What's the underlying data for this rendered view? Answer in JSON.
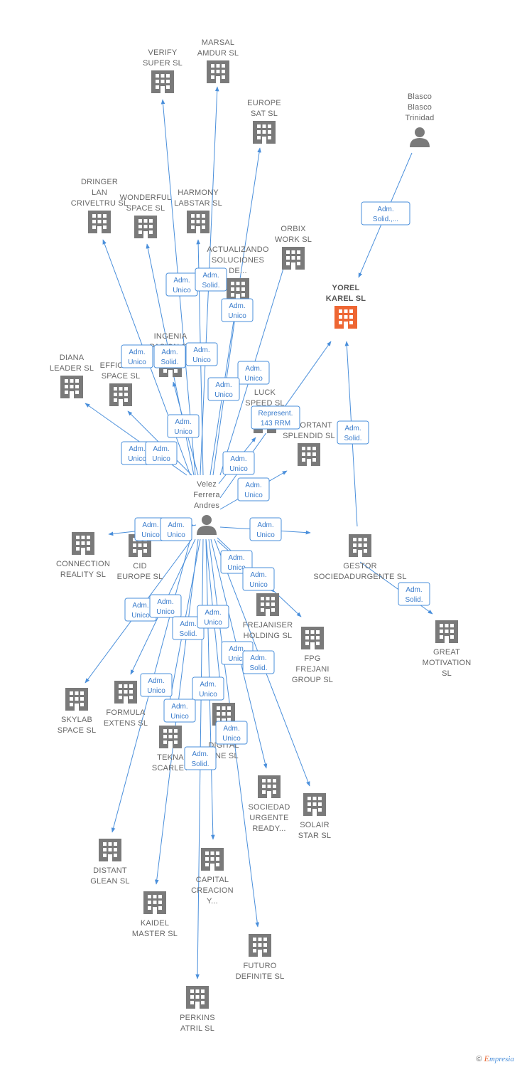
{
  "colors": {
    "edge": "#4a8fdb",
    "building": "#7a7a7a",
    "highlight": "#ee6633",
    "person": "#7a7a7a"
  },
  "nodes": [
    {
      "id": "verify",
      "label": [
        "VERIFY",
        "SUPER  SL"
      ],
      "type": "company"
    },
    {
      "id": "marsal",
      "label": [
        "MARSAL",
        "AMDUR  SL"
      ],
      "type": "company"
    },
    {
      "id": "europe",
      "label": [
        "EUROPE",
        "SAT  SL"
      ],
      "type": "company"
    },
    {
      "id": "blasco",
      "label": [
        "Blasco",
        "Blasco",
        "Trinidad"
      ],
      "type": "person"
    },
    {
      "id": "dringer",
      "label": [
        "DRINGER",
        "LAN",
        "CRIVELTRU SL"
      ],
      "type": "company"
    },
    {
      "id": "wonderful",
      "label": [
        "WONDERFUL",
        "SPACE  SL"
      ],
      "type": "company"
    },
    {
      "id": "harmony",
      "label": [
        "HARMONY",
        "LABSTAR SL"
      ],
      "type": "company"
    },
    {
      "id": "orbix",
      "label": [
        "ORBIX",
        "WORK  SL"
      ],
      "type": "company"
    },
    {
      "id": "actualizando",
      "label": [
        "ACTUALIZANDO",
        "SOLUCIONES",
        "DE..."
      ],
      "type": "company"
    },
    {
      "id": "yorel",
      "label": [
        "YOREL",
        "KAREL  SL"
      ],
      "type": "company",
      "highlight": true
    },
    {
      "id": "ingenia",
      "label": [
        "INGENIA",
        "PASION  SL"
      ],
      "type": "company"
    },
    {
      "id": "diana",
      "label": [
        "DIANA",
        "LEADER  SL"
      ],
      "type": "company"
    },
    {
      "id": "efficient",
      "label": [
        "EFFICIENT",
        "SPACE  SL"
      ],
      "type": "company"
    },
    {
      "id": "luck",
      "label": [
        "LUCK",
        "SPEED  SL"
      ],
      "type": "company"
    },
    {
      "id": "important",
      "label": [
        "IMPORTANT",
        "SPLENDID  SL"
      ],
      "type": "company"
    },
    {
      "id": "velez",
      "label": [
        "Velez",
        "Ferrera",
        "Andres"
      ],
      "type": "person"
    },
    {
      "id": "connection",
      "label": [
        "CONNECTION",
        "REALITY  SL"
      ],
      "type": "company"
    },
    {
      "id": "cid",
      "label": [
        "CID",
        "EUROPE  SL"
      ],
      "type": "company"
    },
    {
      "id": "gestor",
      "label": [
        "GESTOR",
        "SOCIEDADURGENTE SL"
      ],
      "type": "company"
    },
    {
      "id": "frejaniser",
      "label": [
        "FREJANISER",
        "HOLDING  SL"
      ],
      "type": "company"
    },
    {
      "id": "fpg",
      "label": [
        "FPG",
        "FREJANI",
        "GROUP  SL"
      ],
      "type": "company"
    },
    {
      "id": "great",
      "label": [
        "GREAT",
        "MOTIVATION",
        "SL"
      ],
      "type": "company"
    },
    {
      "id": "skylab",
      "label": [
        "SKYLAB",
        "SPACE  SL"
      ],
      "type": "company"
    },
    {
      "id": "formula",
      "label": [
        "FORMULA",
        "EXTENS  SL"
      ],
      "type": "company"
    },
    {
      "id": "tekna",
      "label": [
        "TEKNA",
        "SCARLET"
      ],
      "type": "company"
    },
    {
      "id": "mdigital",
      "label": [
        "M",
        "DIGITAL",
        "ONE SL"
      ],
      "type": "company"
    },
    {
      "id": "sociedad",
      "label": [
        "SOCIEDAD",
        "URGENTE",
        "READY..."
      ],
      "type": "company"
    },
    {
      "id": "solair",
      "label": [
        "SOLAIR",
        "STAR  SL"
      ],
      "type": "company"
    },
    {
      "id": "distant",
      "label": [
        "DISTANT",
        "GLEAN  SL"
      ],
      "type": "company"
    },
    {
      "id": "capital",
      "label": [
        "CAPITAL",
        "CREACION",
        "Y..."
      ],
      "type": "company"
    },
    {
      "id": "kaidel",
      "label": [
        "KAIDEL",
        "MASTER  SL"
      ],
      "type": "company"
    },
    {
      "id": "futuro",
      "label": [
        "FUTURO",
        "DEFINITE  SL"
      ],
      "type": "company"
    },
    {
      "id": "perkins",
      "label": [
        "PERKINS",
        "ATRIL  SL"
      ],
      "type": "company"
    }
  ],
  "edges": [
    {
      "from": "velez",
      "to": "verify",
      "label": [
        "Adm.",
        "Unico"
      ]
    },
    {
      "from": "velez",
      "to": "marsal",
      "label": [
        "Adm.",
        "Solid."
      ]
    },
    {
      "from": "velez",
      "to": "europe",
      "label": [
        "Adm.",
        "Unico"
      ]
    },
    {
      "from": "velez",
      "to": "dringer",
      "label": [
        "Adm.",
        "Unico"
      ]
    },
    {
      "from": "velez",
      "to": "wonderful",
      "label": [
        "Adm.",
        "Solid."
      ]
    },
    {
      "from": "velez",
      "to": "harmony",
      "label": [
        "Adm.",
        "Unico"
      ]
    },
    {
      "from": "velez",
      "to": "orbix",
      "label": [
        "Adm.",
        "Unico"
      ]
    },
    {
      "from": "velez",
      "to": "actualizando",
      "label": [
        "Adm.",
        "Unico"
      ]
    },
    {
      "from": "velez",
      "to": "ingenia",
      "label": [
        "Adm.",
        "Unico"
      ]
    },
    {
      "from": "velez",
      "to": "yorel",
      "label": [
        "Represent.",
        "143 RRM"
      ]
    },
    {
      "from": "velez",
      "to": "diana",
      "label": [
        "Adm.",
        "Unico"
      ]
    },
    {
      "from": "velez",
      "to": "efficient",
      "label": [
        "Adm.",
        "Unico"
      ]
    },
    {
      "from": "velez",
      "to": "luck",
      "label": [
        "Adm.",
        "Unico"
      ]
    },
    {
      "from": "velez",
      "to": "important",
      "label": [
        "Adm.",
        "Unico"
      ]
    },
    {
      "from": "blasco",
      "to": "yorel",
      "label": [
        "Adm.",
        "Solid.,..."
      ]
    },
    {
      "from": "gestor",
      "to": "yorel",
      "label": [
        "Adm.",
        "Solid."
      ]
    },
    {
      "from": "gestor",
      "to": "great",
      "label": [
        "Adm.",
        "Solid."
      ]
    },
    {
      "from": "velez",
      "to": "connection",
      "label": [
        "Adm.",
        "Unico"
      ]
    },
    {
      "from": "velez",
      "to": "cid",
      "label": [
        "Adm.",
        "Unico"
      ]
    },
    {
      "from": "velez",
      "to": "gestor",
      "label": [
        "Adm.",
        "Unico"
      ]
    },
    {
      "from": "velez",
      "to": "frejaniser",
      "label": [
        "Adm.",
        "Unico"
      ]
    },
    {
      "from": "velez",
      "to": "fpg",
      "label": [
        "Adm.",
        "Unico"
      ]
    },
    {
      "from": "velez",
      "to": "skylab",
      "label": [
        "Adm.",
        "Unico"
      ]
    },
    {
      "from": "velez",
      "to": "formula",
      "label": [
        "Adm.",
        "Unico"
      ]
    },
    {
      "from": "velez",
      "to": "tekna",
      "label": [
        "Adm.",
        "Solid."
      ]
    },
    {
      "from": "velez",
      "to": "mdigital",
      "label": [
        "Adm.",
        "Unico"
      ]
    },
    {
      "from": "velez",
      "to": "sociedad",
      "label": [
        "Adm.",
        "Unico"
      ]
    },
    {
      "from": "velez",
      "to": "solair",
      "label": [
        "Adm.",
        "Solid."
      ]
    },
    {
      "from": "velez",
      "to": "distant",
      "label": [
        "Adm.",
        "Unico"
      ]
    },
    {
      "from": "velez",
      "to": "capital",
      "label": [
        "Adm.",
        "Unico"
      ]
    },
    {
      "from": "velez",
      "to": "kaidel",
      "label": [
        "Adm.",
        "Unico"
      ]
    },
    {
      "from": "velez",
      "to": "futuro",
      "label": [
        "Adm.",
        "Unico"
      ]
    },
    {
      "from": "velez",
      "to": "perkins",
      "label": [
        "Adm.",
        "Solid."
      ]
    }
  ],
  "brand": {
    "copyright": "©",
    "name_initial": "E",
    "name_rest": "mpresia"
  }
}
